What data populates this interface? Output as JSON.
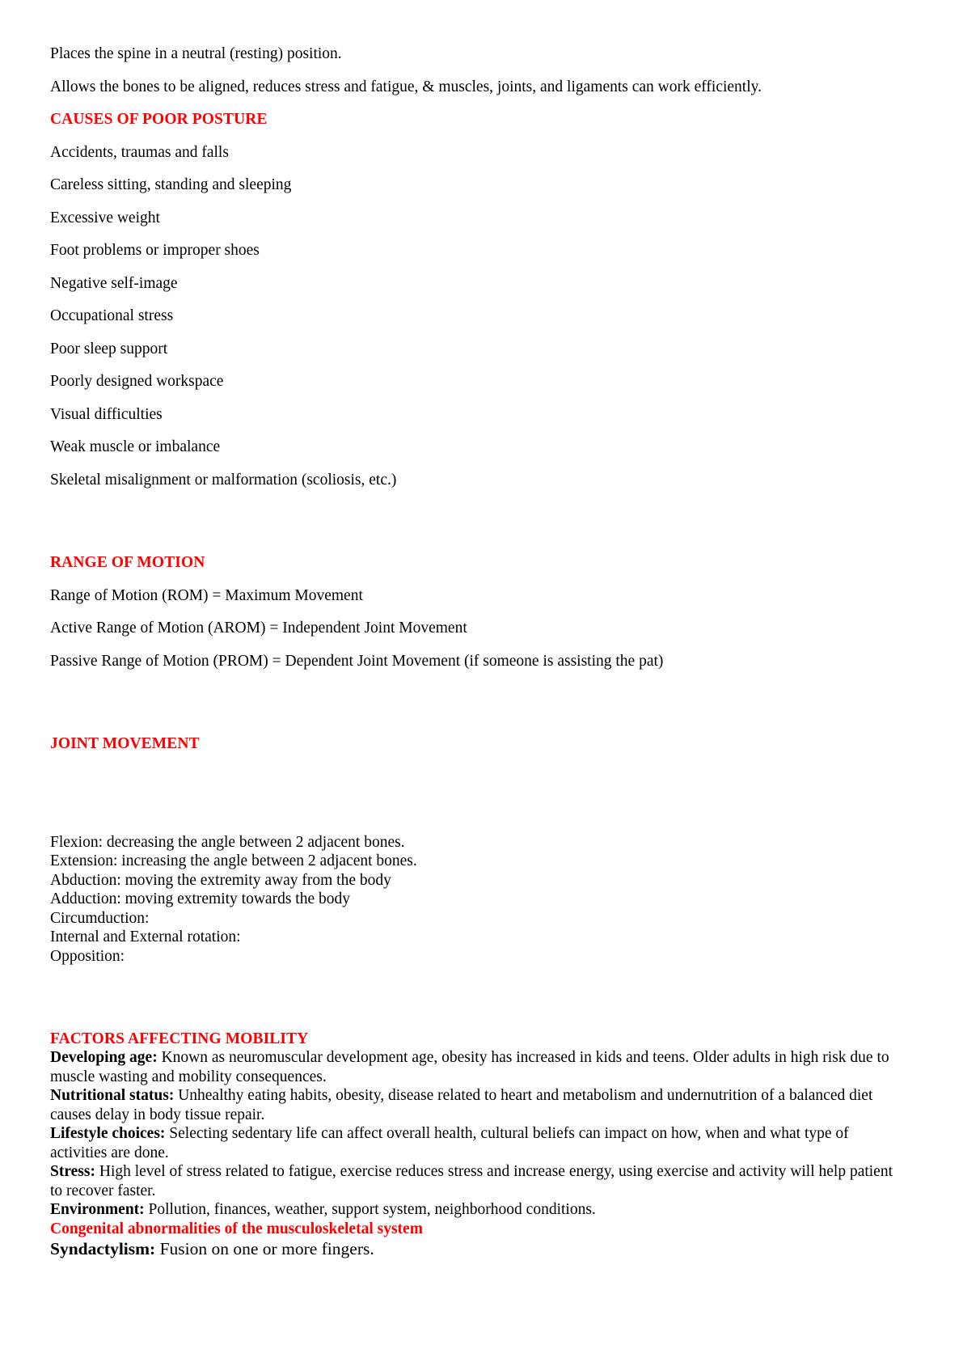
{
  "document": {
    "intro_paragraphs": [
      "Places the spine in a neutral (resting) position.",
      "Allows the bones to be aligned, reduces stress and fatigue, & muscles, joints, and ligaments can work efficiently."
    ],
    "sections": [
      {
        "heading": "CAUSES OF POOR POSTURE",
        "heading_color": "#ff0000",
        "items": [
          "Accidents, traumas and falls",
          "Careless sitting, standing and sleeping",
          "Excessive weight",
          "Foot problems or improper shoes",
          "Negative self-image",
          "Occupational stress",
          "Poor sleep support",
          "Poorly designed workspace",
          "Visual difficulties",
          "Weak muscle or imbalance",
          "Skeletal misalignment or malformation (scoliosis, etc.)"
        ]
      },
      {
        "heading": "RANGE OF MOTION",
        "heading_color": "#ff0000",
        "items": [
          "Range of Motion (ROM) = Maximum Movement",
          "Active Range of Motion (AROM) = Independent Joint Movement",
          "Passive Range of Motion (PROM) = Dependent Joint Movement (if someone is assisting the pat)"
        ]
      },
      {
        "heading": "JOINT MOVEMENT",
        "heading_color": "#ff0000",
        "items": [
          "Flexion: decreasing the angle between 2 adjacent bones.",
          "Extension: increasing the angle between 2 adjacent bones.",
          "Abduction: moving the extremity away from the body",
          "Adduction: moving extremity towards the body",
          "Circumduction:",
          "Internal and External rotation:",
          "Opposition:"
        ]
      }
    ],
    "factors": {
      "heading": "FACTORS AFFECTING MOBILITY",
      "heading_color": "#ff0000",
      "entries": [
        {
          "term": "Developing age",
          "separator": ":",
          "text": " Known as neuromuscular development age, obesity has increased in kids and teens. Older adults in high risk due to muscle wasting and mobility consequences."
        },
        {
          "term": "Nutritional status",
          "separator": ":",
          "text": " Unhealthy eating habits, obesity, disease related to heart and metabolism and undernutrition of a balanced diet causes delay in body tissue repair."
        },
        {
          "term": "Lifestyle choices",
          "separator": ":",
          "text": " Selecting sedentary life can affect overall health, cultural beliefs can impact on how, when and what type of activities are done."
        },
        {
          "term": "Stress",
          "separator": ":",
          "text": " High level of stress related to fatigue, exercise reduces stress and increase energy, using exercise and activity will help patient to recover faster."
        },
        {
          "term": "Environment:",
          "separator": "",
          "text": " Pollution, finances, weather, support system, neighborhood conditions."
        }
      ],
      "congenital_heading": "Congenital abnormalities of the musculoskeletal system",
      "congenital_heading_color": "#ff0000",
      "syndactylism_term": "Syndactylism:",
      "syndactylism_text": " Fusion on one or more fingers."
    }
  }
}
